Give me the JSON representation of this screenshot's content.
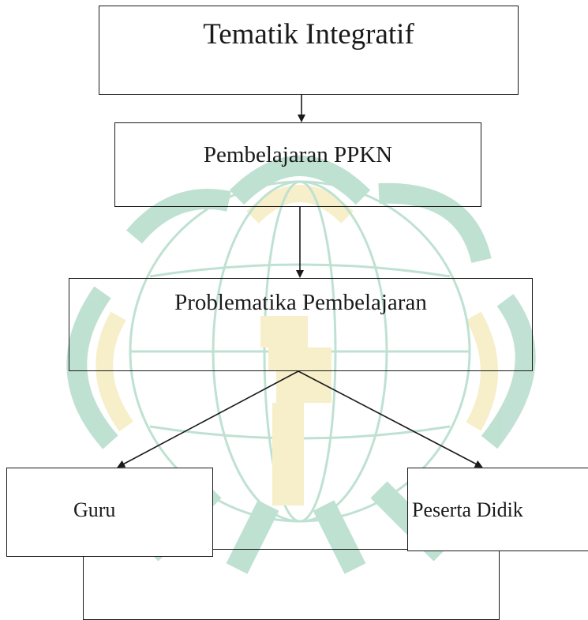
{
  "diagram": {
    "nodes": {
      "top": "Tematik Integratif",
      "ppkn": "Pembelajaran PPKN",
      "problem": "Problematika Pembelajaran",
      "guru": "Guru",
      "peserta": "Peserta Didik"
    },
    "edges": [
      {
        "from": "Tematik Integratif",
        "to": "Pembelajaran PPKN"
      },
      {
        "from": "Pembelajaran PPKN",
        "to": "Problematika Pembelajaran"
      },
      {
        "from": "Problematika Pembelajaran",
        "to": "Guru"
      },
      {
        "from": "Problematika Pembelajaran",
        "to": "Peserta Didik"
      }
    ]
  },
  "colors": {
    "line": "#1a1a1a",
    "watermark_green": "#8cc9ae",
    "watermark_yellow": "#efe2a0"
  }
}
